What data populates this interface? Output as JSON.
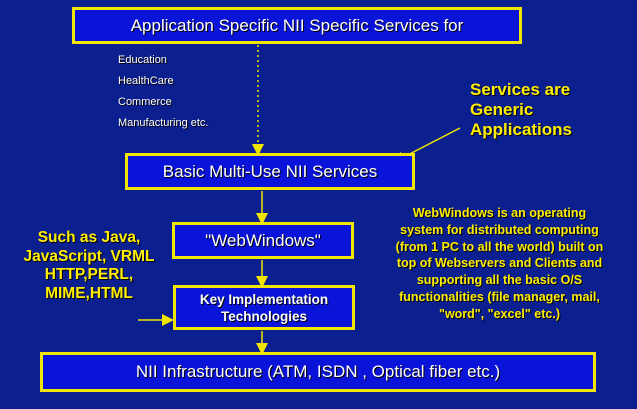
{
  "boxes": {
    "application": "Application Specific NII Specific Services for",
    "basic": "Basic Multi-Use NII Services",
    "webwindows": "\"WebWindows\"",
    "key_line1": "Key Implementation",
    "key_line2": "Technologies",
    "infrastructure": "NII Infrastructure (ATM, ISDN , Optical fiber etc.)"
  },
  "application_list": [
    "Education",
    "HealthCare",
    "Commerce",
    "Manufacturing etc."
  ],
  "notes": {
    "generic": [
      "Services are",
      "Generic",
      "Applications"
    ],
    "such_as": [
      "Such as Java,",
      "JavaScript, VRML",
      "HTTP,PERL,",
      "MIME,HTML"
    ],
    "webwindows_desc": [
      "WebWindows is an operating",
      "system for distributed computing",
      "(from 1 PC to all the world) built on",
      "top of Webservers and Clients and",
      "supporting all the basic O/S",
      "functionalities (file manager, mail,",
      "\"word\", \"excel\" etc.)"
    ]
  },
  "colors": {
    "background": "#0c1f8f",
    "box_fill": "#0a14d8",
    "accent": "#f2e600",
    "text": "#ffffff"
  }
}
